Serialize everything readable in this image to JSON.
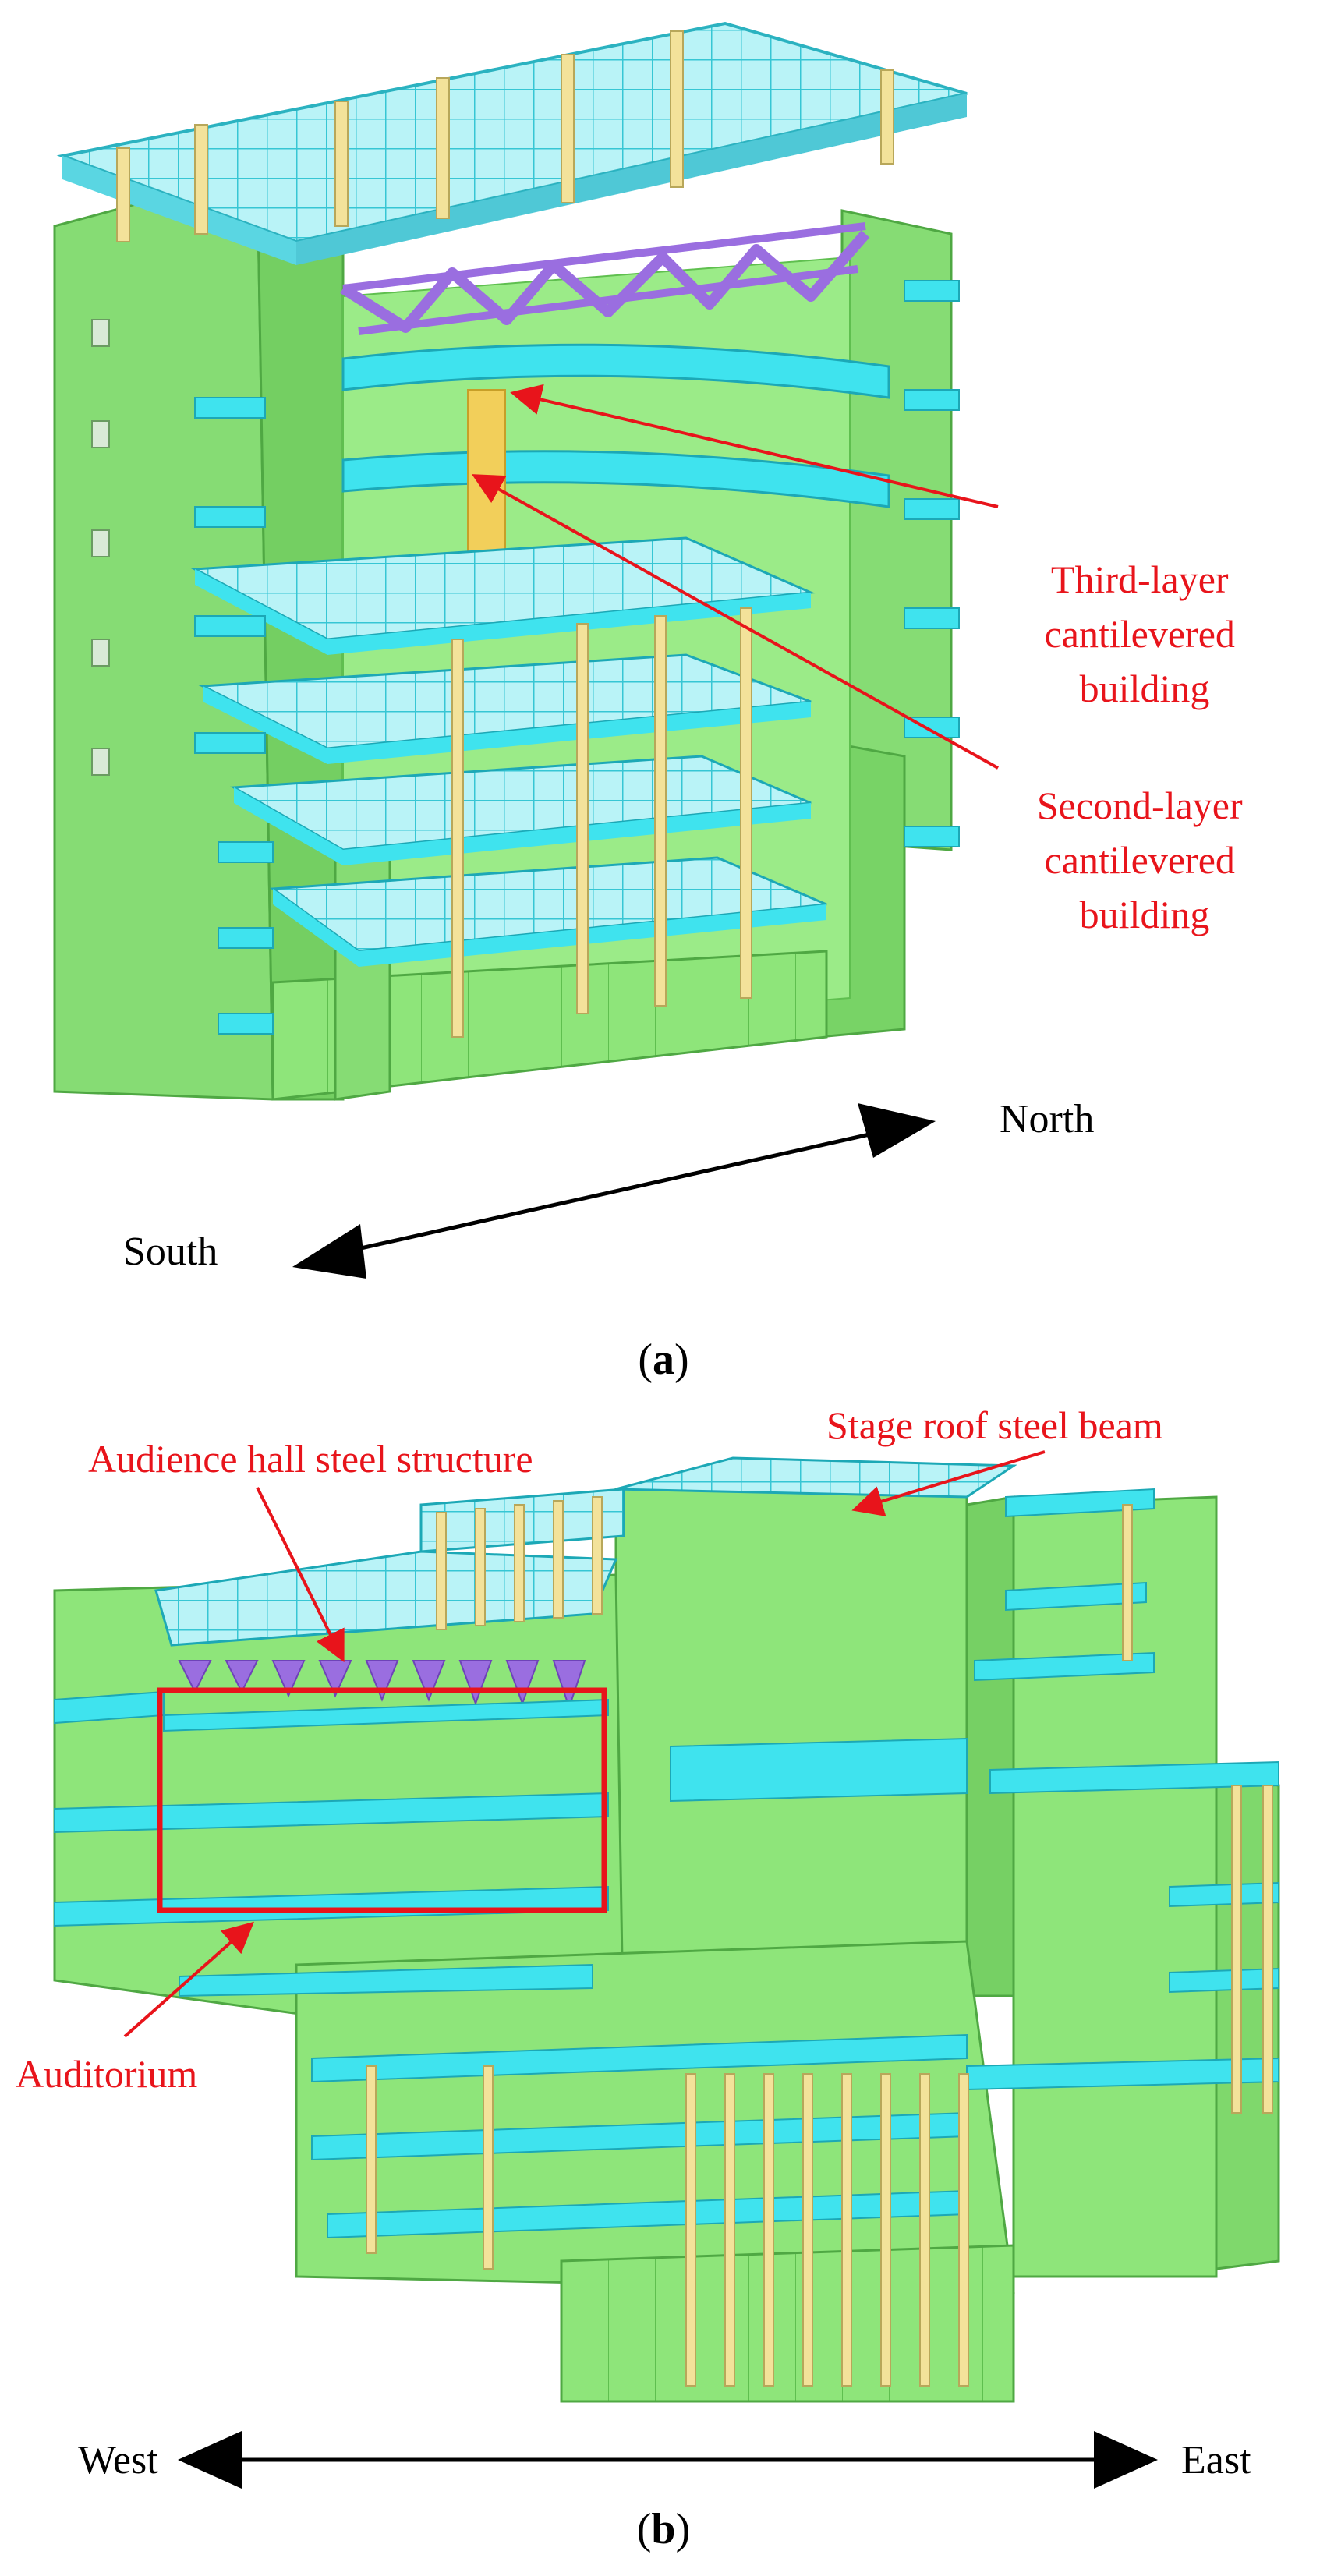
{
  "panel_a": {
    "label_open": "(",
    "label_letter": "a",
    "label_close": ")",
    "annotations": {
      "third_layer": [
        "Third-layer",
        "cantilevered",
        "building"
      ],
      "second_layer": [
        "Second-layer",
        "cantilevered",
        "building"
      ]
    },
    "directions": {
      "north": "North",
      "south": "South"
    }
  },
  "panel_b": {
    "label_open": "(",
    "label_letter": "b",
    "label_close": ")",
    "annotations": {
      "stage_roof": "Stage roof steel beam",
      "audience_hall": "Audience hall steel structure",
      "auditorium": "Auditorium"
    },
    "directions": {
      "west": "West",
      "east": "East"
    }
  },
  "colors": {
    "wall_green": "#8ee57a",
    "wall_green_dark": "#5fbf4f",
    "slab_cyan": "#3fe3ee",
    "slab_light": "#b9f3f7",
    "column_yellow": "#f3e29a",
    "truss_purple": "#9a6ee0",
    "annotation_red": "#e8141b"
  }
}
